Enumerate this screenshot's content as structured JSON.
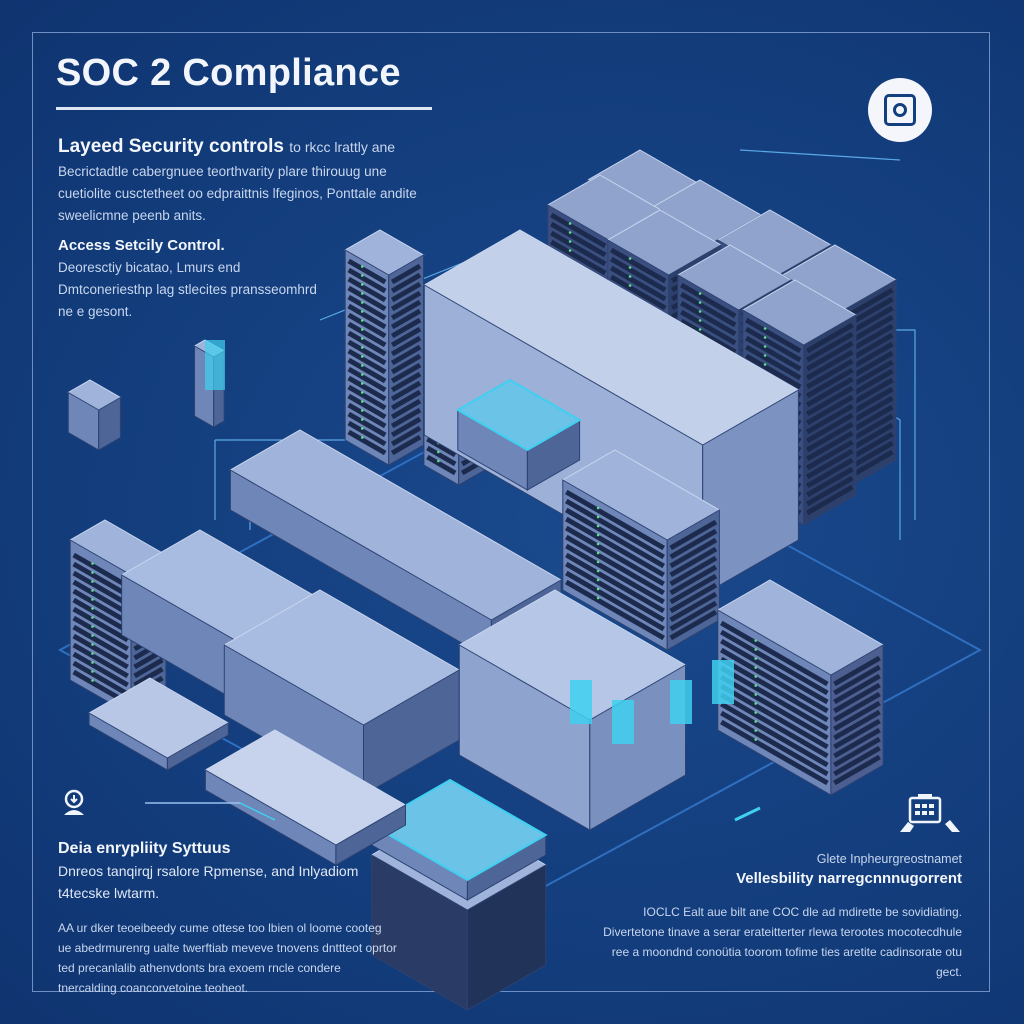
{
  "title": "SOC 2 Compliance",
  "sections": {
    "layered": {
      "heading": "Layeed Security controls",
      "heading_tail": "to rkcc lrattly ane",
      "body": "Becrictadtle cabergnuee teorthvarity plare thirouug une cuetiolite cusctetheet oo edpraittnis lfeginos, Ponttale andite sweelicmne peenb anits."
    },
    "access": {
      "heading": "Access Setcily Control.",
      "body": "Deoresctiy bicatao, Lmurs end Dmtconeriesthp lag stlecites pransseomhrd ne e gesont."
    },
    "encryption": {
      "heading": "Deia enrypliity Syttuus",
      "lead": "Dnreos tanqirqj rsalore Rpmense, and Inlyadiom t4tecske lwtarm.",
      "body": "AA ur dker teoeibeedy cume ottese too lbien ol loome cooteg ue abedrmurenrg ualte twerftiab meveve tnovens dnttteot oprtor ted precanlalib athenvdonts bra exoem rncle condere tnercalding coancorvetoine teoheot."
    },
    "vulnerability": {
      "pre": "Glete Inpheurgreostnamet",
      "heading": "Vellesbility narregcnnnugorrent",
      "body": "IOCLC Ealt aue bilt ane COC dle ad mdirette be sovidiating. Divertetone tinave a serar erateitterter rlewa terootes mocotecdhule ree a moondnd conoütia toorom tofime ties aretite cadinsorate otu gect."
    }
  },
  "icons": [
    "camera-icon",
    "lock-icon",
    "tools-icon"
  ],
  "colors": {
    "background": "#133d7c",
    "accent_cyan": "#3fd0f0",
    "server_face": "#8ea4cf",
    "server_dark": "#1c2b4d"
  }
}
